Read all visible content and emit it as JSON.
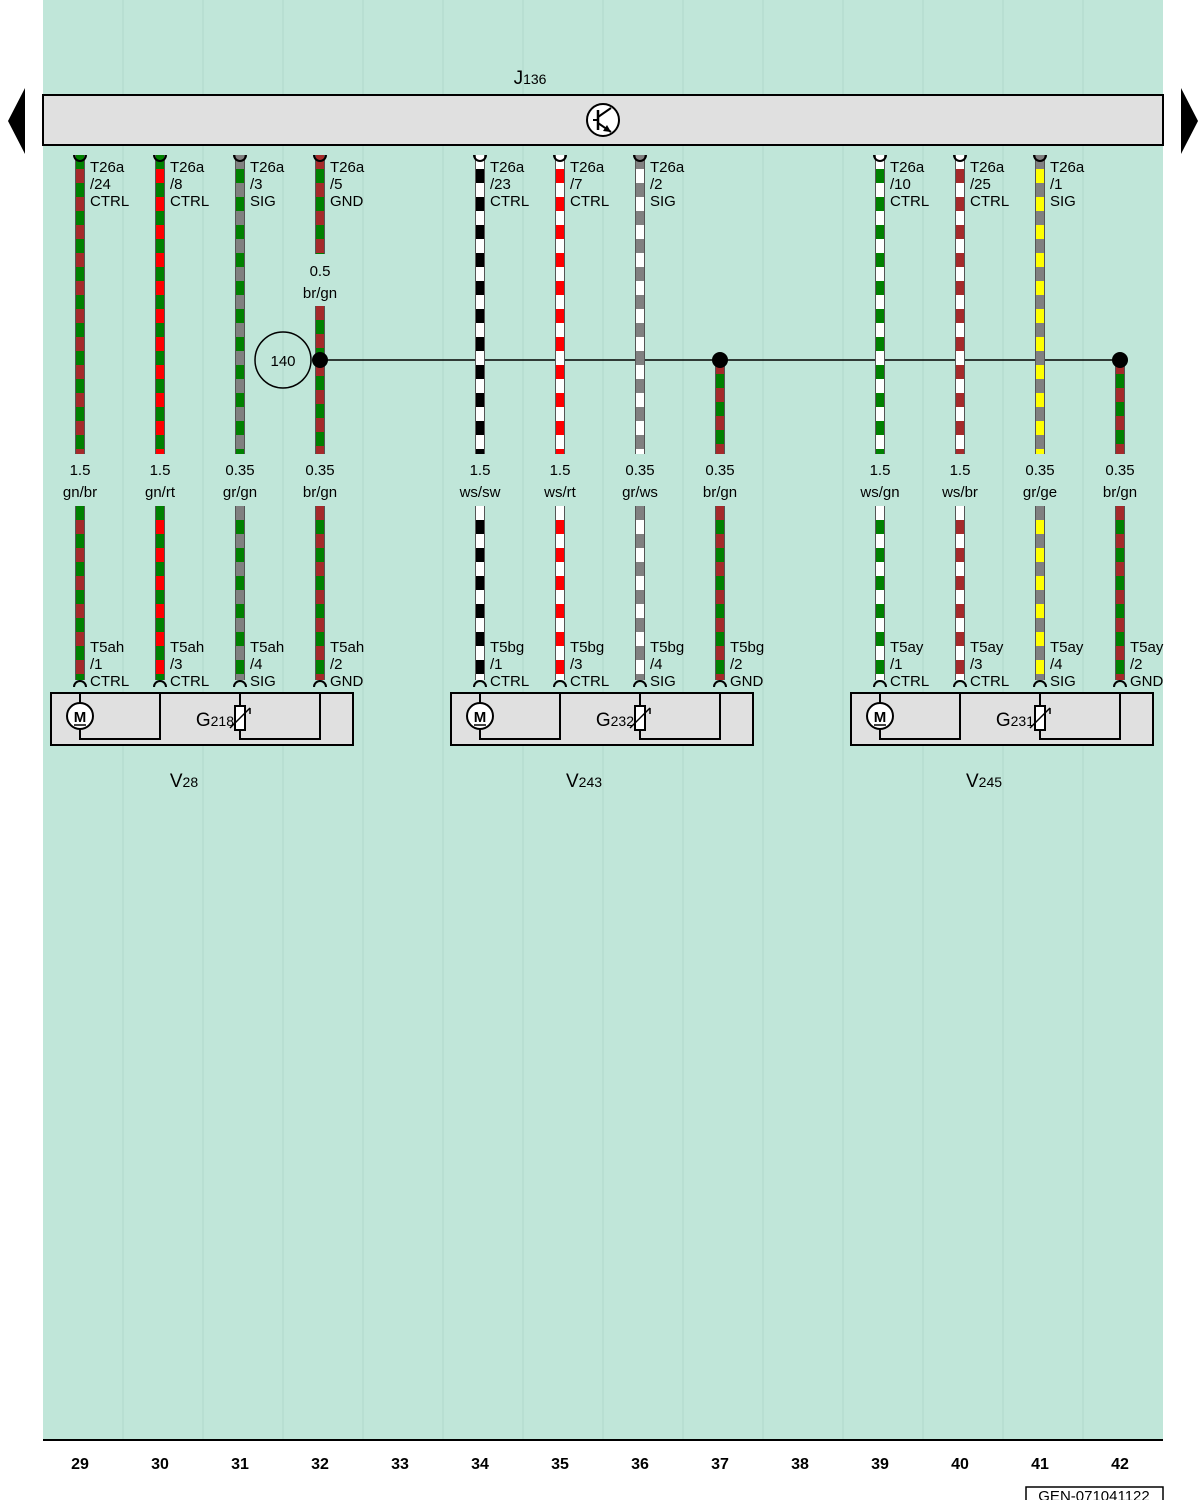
{
  "colors": {
    "panel": "#c0e6d9",
    "bus": "#e0e0e0",
    "component": "#e0e0e0",
    "wire_codes": {
      "gn": "#008000",
      "br": "#a52a2a",
      "rt": "#ff0000",
      "gr": "#808080",
      "ws": "#ffffff",
      "sw": "#000000",
      "ge": "#ffff00"
    }
  },
  "bus": {
    "name_main": "J",
    "name_sub": "136",
    "icon": "transistor-symbol-icon"
  },
  "splice": {
    "label": "140"
  },
  "wires": [
    {
      "col": 29,
      "pin_top": [
        "T26a",
        "/24",
        "CTRL"
      ],
      "size": "1.5",
      "color": "gn/br",
      "pin_bot": [
        "T5ah",
        "/1",
        "CTRL"
      ]
    },
    {
      "col": 30,
      "pin_top": [
        "T26a",
        "/8",
        "CTRL"
      ],
      "size": "1.5",
      "color": "gn/rt",
      "pin_bot": [
        "T5ah",
        "/3",
        "CTRL"
      ]
    },
    {
      "col": 31,
      "pin_top": [
        "T26a",
        "/3",
        "SIG"
      ],
      "size": "0.35",
      "color": "gr/gn",
      "pin_bot": [
        "T5ah",
        "/4",
        "SIG"
      ]
    },
    {
      "col": 32,
      "pin_top": [
        "T26a",
        "/5",
        "GND"
      ],
      "size": "0.35",
      "color": "br/gn",
      "pin_bot": [
        "T5ah",
        "/2",
        "GND"
      ],
      "upper_size": "0.5",
      "upper_color": "br/gn"
    },
    {
      "col": 34,
      "pin_top": [
        "T26a",
        "/23",
        "CTRL"
      ],
      "size": "1.5",
      "color": "ws/sw",
      "pin_bot": [
        "T5bg",
        "/1",
        "CTRL"
      ]
    },
    {
      "col": 35,
      "pin_top": [
        "T26a",
        "/7",
        "CTRL"
      ],
      "size": "1.5",
      "color": "ws/rt",
      "pin_bot": [
        "T5bg",
        "/3",
        "CTRL"
      ]
    },
    {
      "col": 36,
      "pin_top": [
        "T26a",
        "/2",
        "SIG"
      ],
      "size": "0.35",
      "color": "gr/ws",
      "pin_bot": [
        "T5bg",
        "/4",
        "SIG"
      ]
    },
    {
      "col": 37,
      "pin_top": null,
      "size": "0.35",
      "color": "br/gn",
      "pin_bot": [
        "T5bg",
        "/2",
        "GND"
      ]
    },
    {
      "col": 39,
      "pin_top": [
        "T26a",
        "/10",
        "CTRL"
      ],
      "size": "1.5",
      "color": "ws/gn",
      "pin_bot": [
        "T5ay",
        "/1",
        "CTRL"
      ]
    },
    {
      "col": 40,
      "pin_top": [
        "T26a",
        "/25",
        "CTRL"
      ],
      "size": "1.5",
      "color": "ws/br",
      "pin_bot": [
        "T5ay",
        "/3",
        "CTRL"
      ]
    },
    {
      "col": 41,
      "pin_top": [
        "T26a",
        "/1",
        "SIG"
      ],
      "size": "0.35",
      "color": "gr/ge",
      "pin_bot": [
        "T5ay",
        "/4",
        "SIG"
      ]
    },
    {
      "col": 42,
      "pin_top": null,
      "size": "0.35",
      "color": "br/gn",
      "pin_bot": [
        "T5ay",
        "/2",
        "GND"
      ]
    }
  ],
  "components": [
    {
      "motor_cols": [
        29,
        30
      ],
      "sensor_cols": [
        31,
        32
      ],
      "sensor_main": "G",
      "sensor_sub": "218",
      "name_main": "V",
      "name_sub": "28",
      "motor_icon": "motor-icon",
      "sensor_icon": "potentiometer-icon"
    },
    {
      "motor_cols": [
        34,
        35
      ],
      "sensor_cols": [
        36,
        37
      ],
      "sensor_main": "G",
      "sensor_sub": "232",
      "name_main": "V",
      "name_sub": "243",
      "motor_icon": "motor-icon",
      "sensor_icon": "potentiometer-icon"
    },
    {
      "motor_cols": [
        39,
        40
      ],
      "sensor_cols": [
        41,
        42
      ],
      "sensor_main": "G",
      "sensor_sub": "231",
      "name_main": "V",
      "name_sub": "245",
      "motor_icon": "motor-icon",
      "sensor_icon": "potentiometer-icon"
    }
  ],
  "motor_letter": "M",
  "columns": [
    "29",
    "30",
    "31",
    "32",
    "33",
    "34",
    "35",
    "36",
    "37",
    "38",
    "39",
    "40",
    "41",
    "42"
  ],
  "doc_id": "GEN-071041122"
}
